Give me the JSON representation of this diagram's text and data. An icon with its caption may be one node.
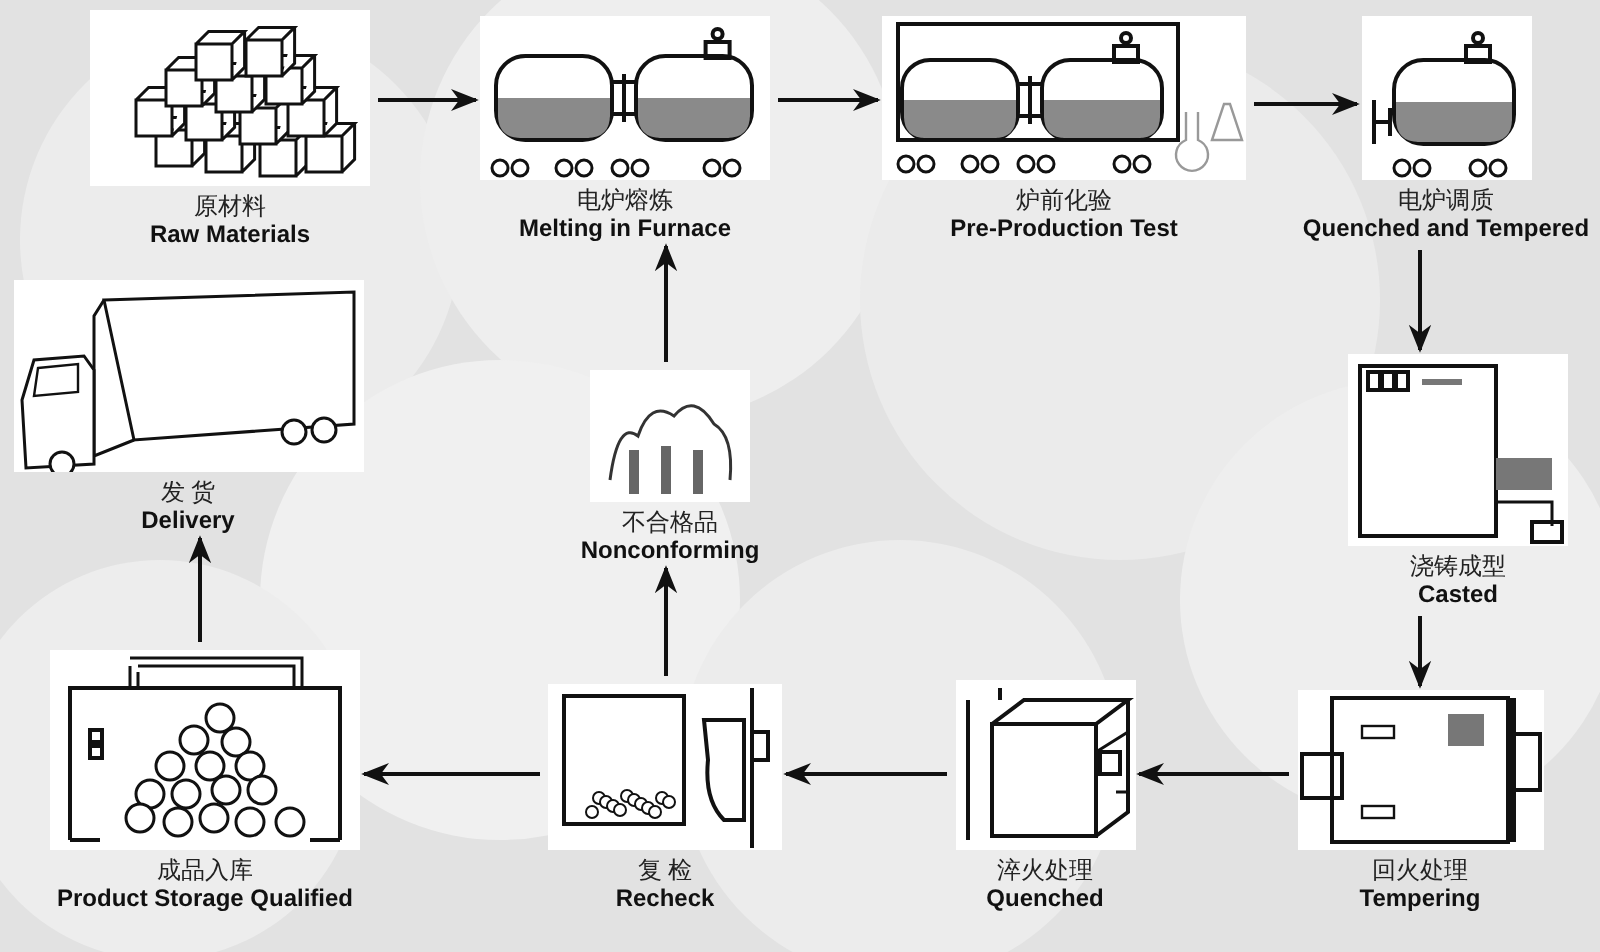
{
  "diagram": {
    "nodes": [
      {
        "text": [
          "原材料",
          "Raw Materials"
        ]
      },
      {
        "text": [
          "电炉熔炼",
          "Melting in Furnace"
        ]
      },
      {
        "text": [
          "炉前化验",
          "Pre-Production Test"
        ]
      },
      {
        "text": [
          "电炉调质",
          "Quenched and Tempered"
        ]
      },
      {
        "text": [
          "发 货",
          "Delivery"
        ]
      },
      {
        "text": [
          "不合格品",
          "Nonconforming"
        ]
      },
      {
        "text": [
          "浇铸成型",
          "Casted"
        ]
      },
      {
        "text": [
          "成品入库",
          "Product Storage Qualified"
        ]
      },
      {
        "text": [
          "复 检",
          "Recheck"
        ]
      },
      {
        "text": [
          "淬火处理",
          "Quenched"
        ]
      },
      {
        "text": [
          "回火处理",
          "Tempering"
        ]
      }
    ],
    "edges": [
      {
        "from": 0,
        "to": 1,
        "arrow": "to"
      },
      {
        "from": 1,
        "to": 2,
        "arrow": "to"
      },
      {
        "from": 2,
        "to": 3,
        "arrow": "to"
      },
      {
        "from": 3,
        "to": 6,
        "arrow": "to"
      },
      {
        "from": 6,
        "to": 10,
        "arrow": "to"
      },
      {
        "from": 10,
        "to": 9,
        "arrow": "to"
      },
      {
        "from": 9,
        "to": 8,
        "arrow": "to"
      },
      {
        "from": 8,
        "to": 7,
        "arrow": "to"
      },
      {
        "from": 7,
        "to": 4,
        "arrow": "to"
      },
      {
        "from": 8,
        "to": 5,
        "arrow": "to"
      },
      {
        "from": 5,
        "to": 1,
        "arrow": "to"
      }
    ]
  }
}
